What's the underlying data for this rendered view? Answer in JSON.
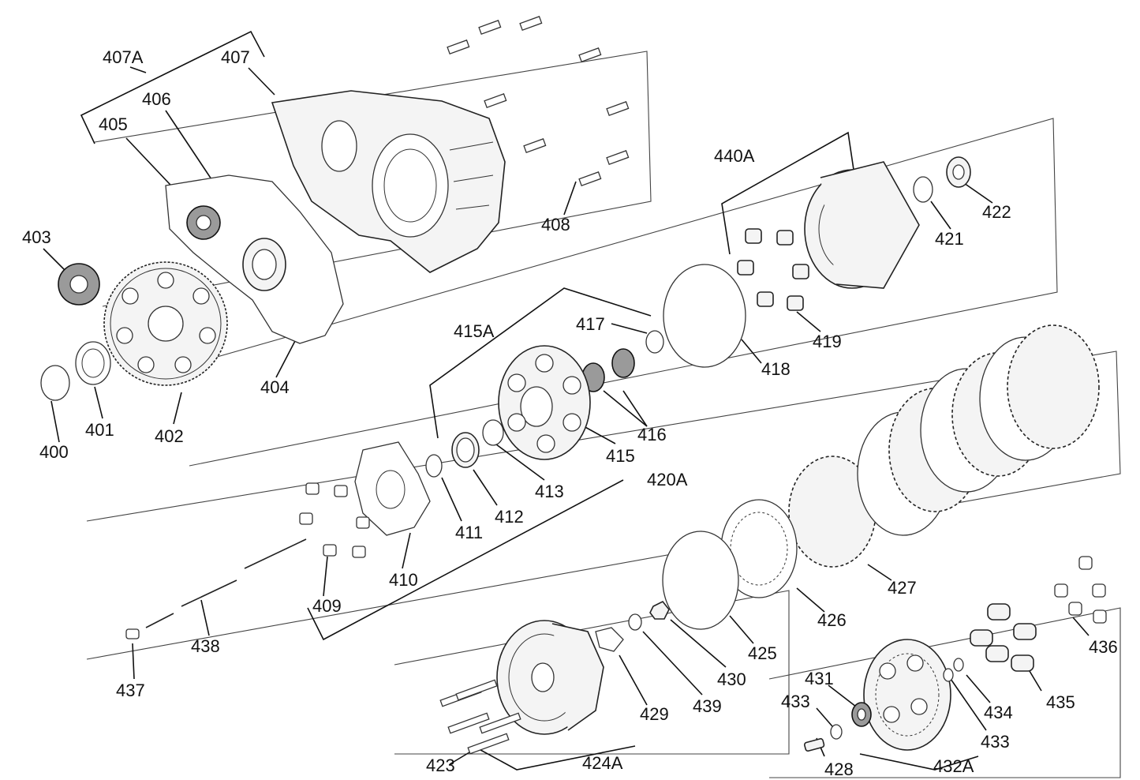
{
  "diagram": {
    "labels": {
      "l407A": "407A",
      "l407": "407",
      "l406": "406",
      "l405": "405",
      "l403": "403",
      "l404": "404",
      "l402": "402",
      "l401": "401",
      "l400": "400",
      "l408": "408",
      "l440A": "440A",
      "l422": "422",
      "l421": "421",
      "l419": "419",
      "l418": "418",
      "l417": "417",
      "l415A": "415A",
      "l416": "416",
      "l415": "415",
      "l413": "413",
      "l412": "412",
      "l411": "411",
      "l420A": "420A",
      "l410": "410",
      "l409": "409",
      "l427": "427",
      "l426": "426",
      "l425": "425",
      "l430": "430",
      "l439": "439",
      "l429": "429",
      "l438": "438",
      "l437": "437",
      "l436": "436",
      "l435": "435",
      "l434": "434",
      "l433a": "433",
      "l433b": "433",
      "l431": "431",
      "l428": "428",
      "l432A": "432A",
      "l423": "423",
      "l424A": "424A"
    }
  }
}
